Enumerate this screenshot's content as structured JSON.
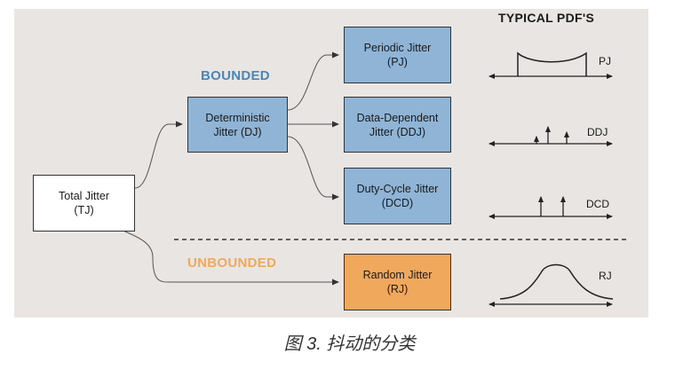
{
  "diagram": {
    "pdf_header": "TYPICAL PDF'S",
    "bounded_label": "BOUNDED",
    "unbounded_label": "UNBOUNDED",
    "colors": {
      "panel": "#e8e5e2",
      "box_blue": "#8fb4d6",
      "box_orange": "#f0a95c",
      "bounded_text": "#4a86b8",
      "unbounded_text": "#f0a95c"
    },
    "nodes": {
      "tj": {
        "line1": "Total Jitter",
        "line2": "(TJ)"
      },
      "dj": {
        "line1": "Deterministic",
        "line2": "Jitter (DJ)"
      },
      "pj": {
        "line1": "Periodic Jitter",
        "line2": "(PJ)"
      },
      "ddj": {
        "line1": "Data-Dependent",
        "line2": "Jitter (DDJ)"
      },
      "dcd": {
        "line1": "Duty-Cycle Jitter",
        "line2": "(DCD)"
      },
      "rj": {
        "line1": "Random Jitter",
        "line2": "(RJ)"
      }
    },
    "pdf_labels": {
      "pj": "PJ",
      "ddj": "DDJ",
      "dcd": "DCD",
      "rj": "RJ"
    }
  },
  "caption": "图 3. 抖动的分类"
}
